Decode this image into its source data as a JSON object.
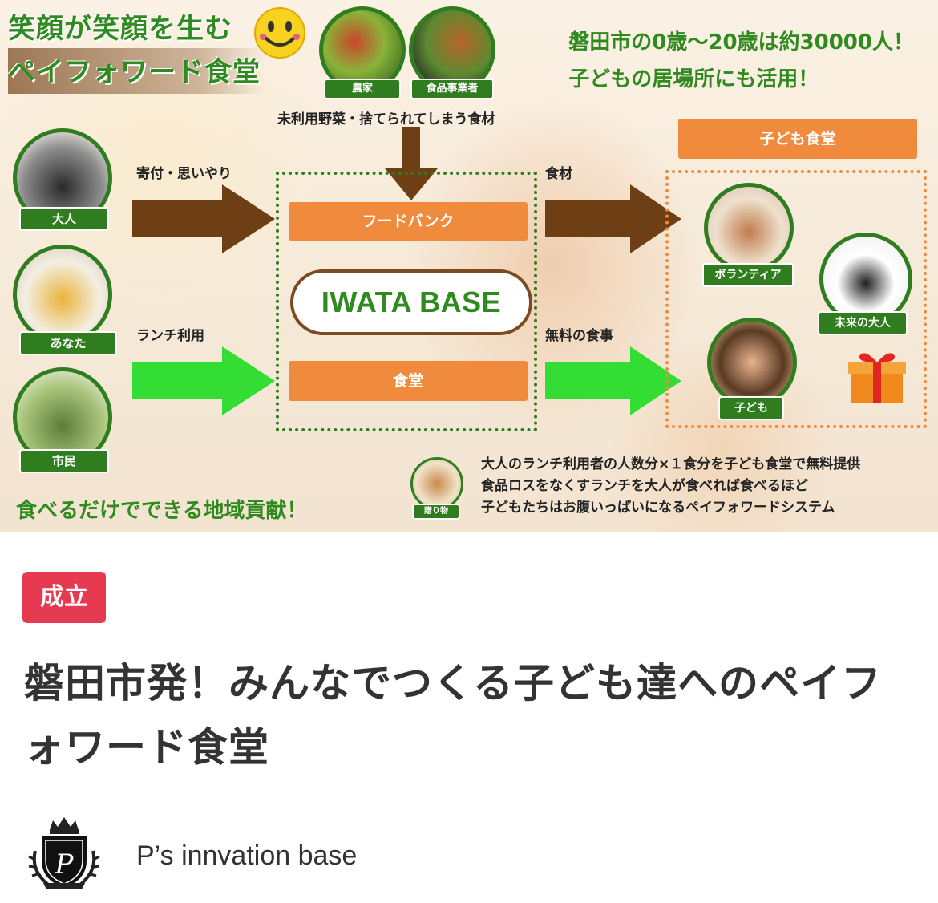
{
  "banner": {
    "title_line1": "笑顔が笑顔を生む",
    "title_line2": "ペイフォワード食堂",
    "top_right_line1": "磐田市の0歳〜20歳は約30000人！",
    "top_right_line2": "子どもの居場所にも活用！",
    "sources": [
      {
        "label": "農家"
      },
      {
        "label": "食品事業者"
      }
    ],
    "sources_caption": "未利用野菜・捨てられてしまう食材",
    "people": [
      {
        "label": "大人"
      },
      {
        "label": "あなた"
      },
      {
        "label": "市民"
      }
    ],
    "flow_top_caption": "寄付・思いやり",
    "flow_bottom_caption": "ランチ利用",
    "food_bank": "フードバンク",
    "iwata_base": "IWATA BASE",
    "cafeteria": "食堂",
    "out_top_caption": "食材",
    "out_bottom_caption": "無料の食事",
    "kids_cafeteria": "子ども食堂",
    "recipients": [
      {
        "label": "ボランティア"
      },
      {
        "label": "未来の大人"
      },
      {
        "label": "子ども"
      }
    ],
    "gift_label": "贈り物",
    "bottom_left": "食べるだけでできる地域貢献！",
    "bottom_text": [
      "大人のランチ利用者の人数分×１食分を子ども食堂で無料提供",
      "食品ロスをなくすランチを大人が食べれば食べるほど",
      "子どもたちはお腹いっぱいになるペイフォワードシステム"
    ],
    "colors": {
      "green": "#2f7d1e",
      "orange": "#f08a3c",
      "brown": "#6e3f15",
      "arrow_green": "#33dd33"
    }
  },
  "status_badge": "成立",
  "title": "磐田市発！みんなでつくる子ども達へのペイフォワード食堂",
  "organization": {
    "name": "P’s  innvation base",
    "logo_text": "P"
  }
}
